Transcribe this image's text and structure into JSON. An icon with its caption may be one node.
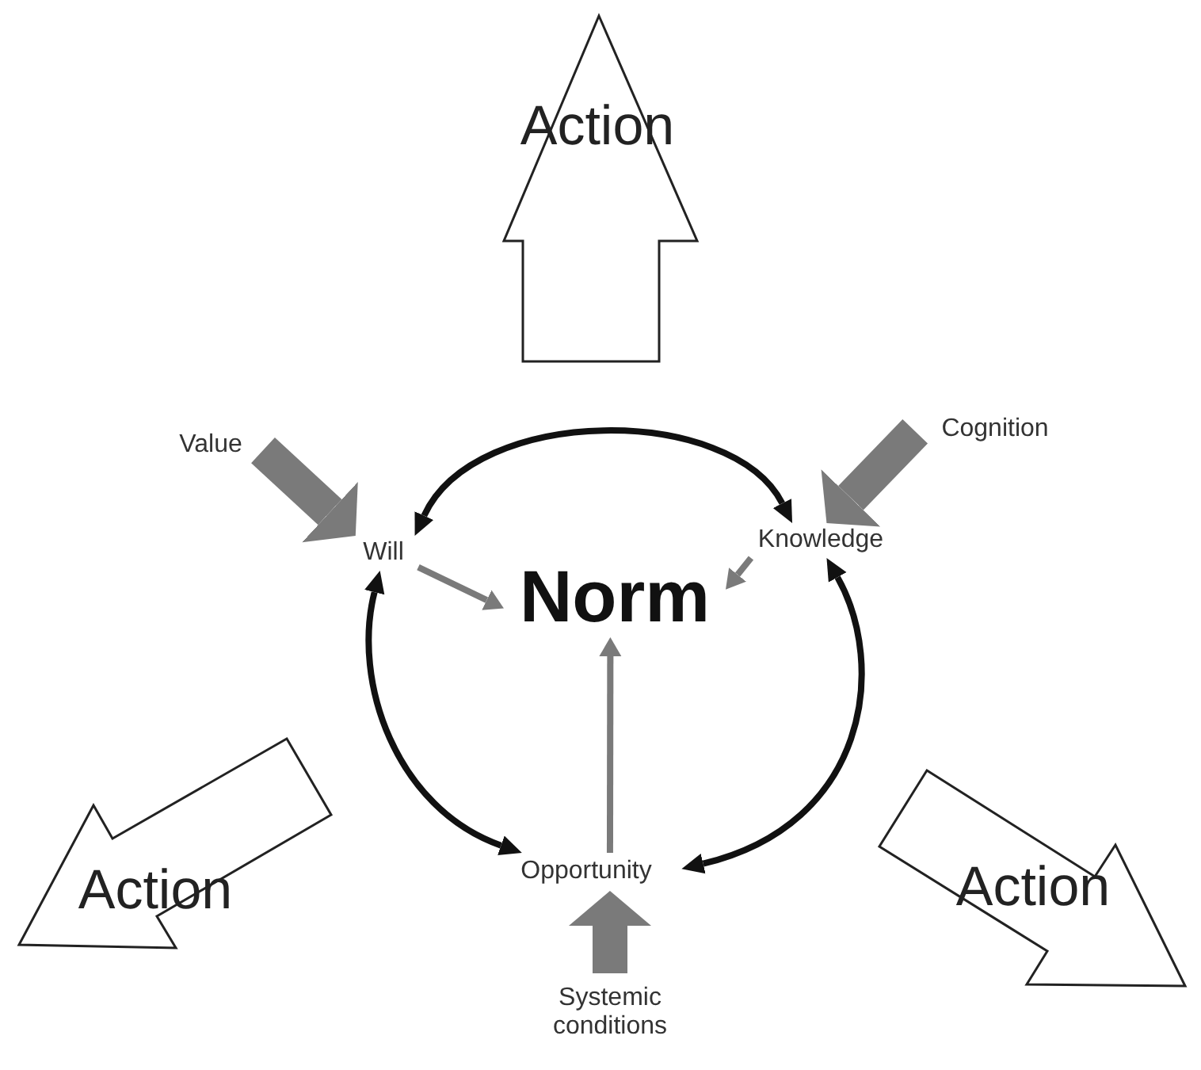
{
  "diagram": {
    "nodes": [
      {
        "text": [
          "Norm"
        ]
      },
      {
        "text": [
          "Will"
        ]
      },
      {
        "text": [
          "Knowledge"
        ]
      },
      {
        "text": [
          "Opportunity"
        ]
      },
      {
        "text": [
          "Value"
        ]
      },
      {
        "text": [
          "Cognition"
        ]
      },
      {
        "text": [
          "Systemic conditions"
        ]
      },
      {
        "text": [
          "Action"
        ]
      },
      {
        "text": [
          "Action"
        ]
      },
      {
        "text": [
          "Action"
        ]
      }
    ],
    "edges": [
      {
        "from": 1,
        "to": 2,
        "arrow": "both",
        "color": "#111111"
      },
      {
        "from": 2,
        "to": 3,
        "arrow": "both",
        "color": "#111111"
      },
      {
        "from": 1,
        "to": 3,
        "arrow": "both",
        "color": "#111111"
      },
      {
        "from": 1,
        "to": 0,
        "arrow": "to"
      },
      {
        "from": 2,
        "to": 0,
        "arrow": "to"
      },
      {
        "from": 3,
        "to": 0,
        "arrow": "to"
      },
      {
        "from": 4,
        "to": 1,
        "arrow": "to",
        "style": "thick"
      },
      {
        "from": 5,
        "to": 2,
        "arrow": "to",
        "style": "thick"
      },
      {
        "from": 6,
        "to": 3,
        "arrow": "to",
        "style": "thick"
      }
    ]
  }
}
